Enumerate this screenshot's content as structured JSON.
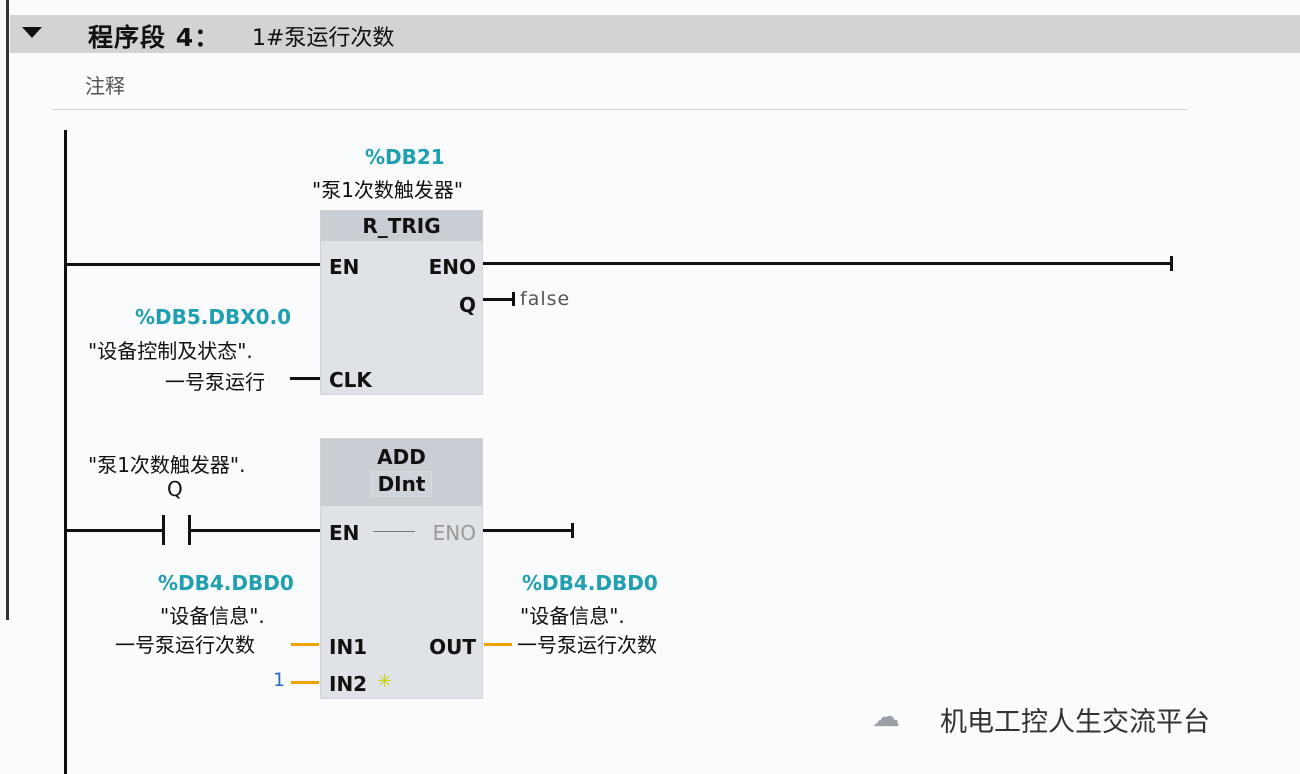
{
  "network": {
    "title": "程序段 4：",
    "name": "1#泵运行次数",
    "comment": "注释"
  },
  "rtrig": {
    "db": "%DB21",
    "instance": "\"泵1次数触发器\"",
    "type": "R_TRIG",
    "pins": {
      "en": "EN",
      "eno": "ENO",
      "q": "Q",
      "clk": "CLK"
    },
    "q_value": "false",
    "clk_addr": "%DB5.DBX0.0",
    "clk_name1": "\"设备控制及状态\".",
    "clk_name2": "一号泵运行"
  },
  "contact": {
    "name1": "\"泵1次数触发器\".",
    "name2": "Q"
  },
  "add": {
    "type": "ADD",
    "datatype": "DInt",
    "pins": {
      "en": "EN",
      "eno": "ENO",
      "in1": "IN1",
      "in2": "IN2",
      "out": "OUT"
    },
    "in1_addr": "%DB4.DBD0",
    "in1_name1": "\"设备信息\".",
    "in1_name2": "一号泵运行次数",
    "in2_value": "1",
    "out_addr": "%DB4.DBD0",
    "out_name1": "\"设备信息\".",
    "out_name2": "一号泵运行次数"
  },
  "watermark": "机电工控人生交流平台"
}
